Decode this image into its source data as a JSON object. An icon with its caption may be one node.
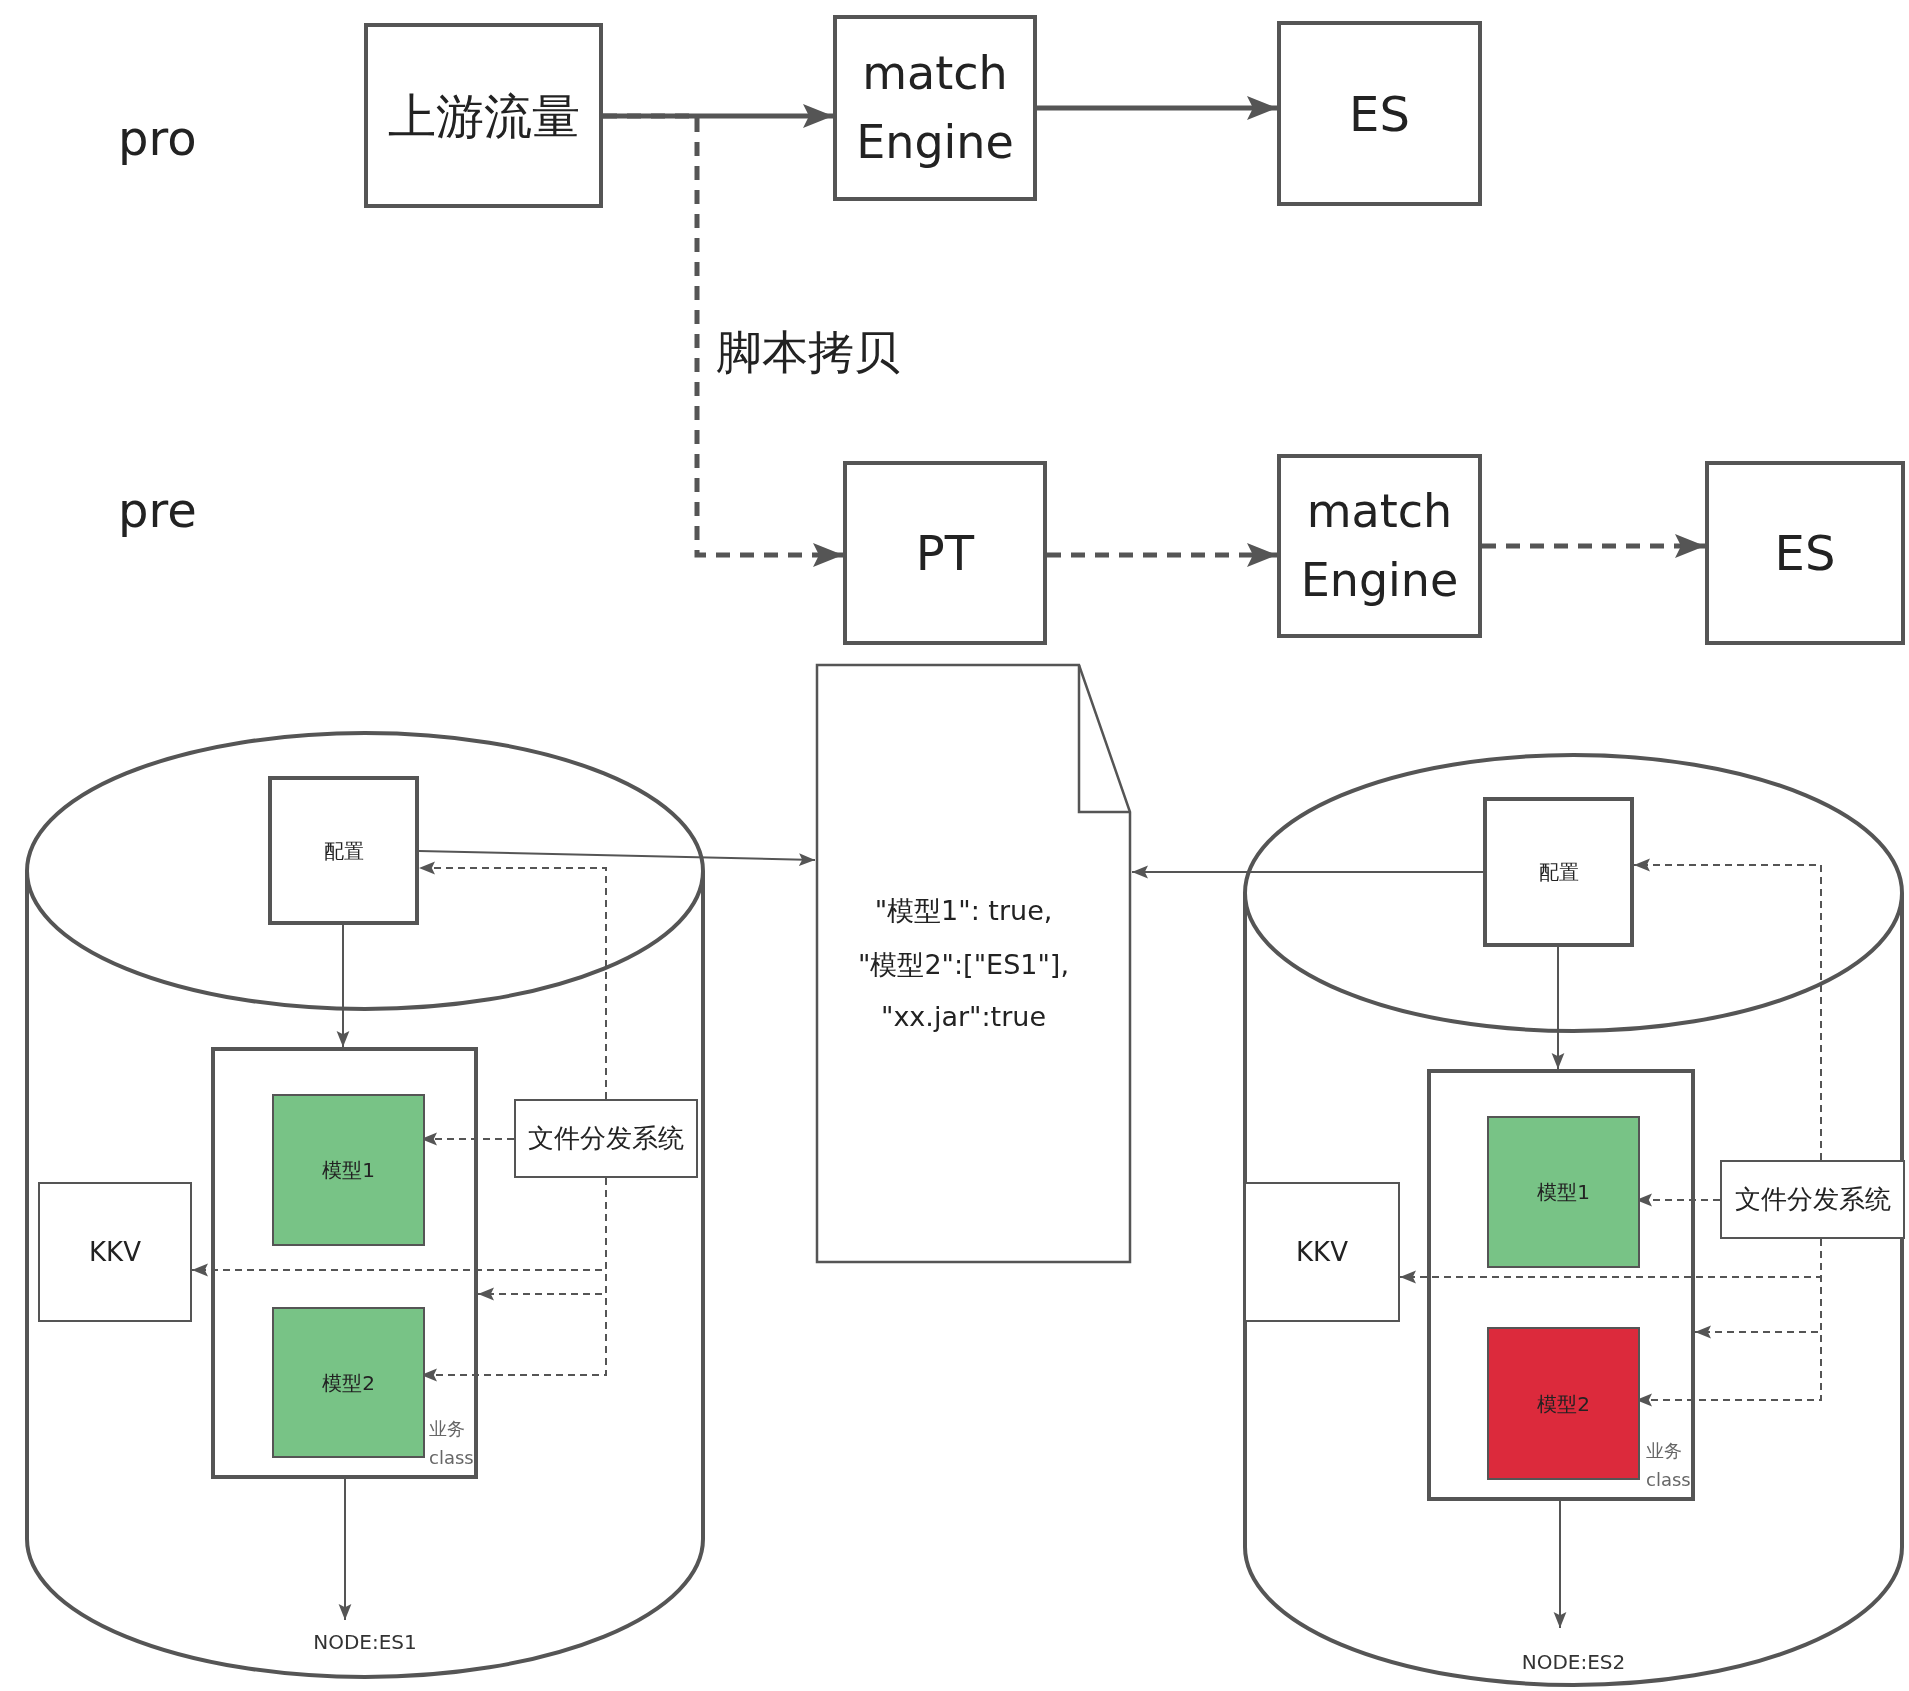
{
  "diagram": {
    "nodes": [
      {
        "text": [
          "上游流量"
        ]
      },
      {
        "text": [
          "match Engine"
        ]
      },
      {
        "text": [
          "ES"
        ]
      },
      {
        "text": [
          "PT"
        ]
      },
      {
        "text": [
          "match Engine"
        ]
      },
      {
        "text": [
          "ES"
        ]
      },
      {
        "text": [
          "\"模型1\": true,",
          "\"模型2\":[\"ES1\"],",
          "\"xx.jar\":true"
        ]
      },
      {
        "text": [
          "NODE:ES1"
        ]
      },
      {
        "text": [
          "配置"
        ],
        "in": 7
      },
      {
        "text": [
          "业务 class"
        ],
        "in": 7
      },
      {
        "text": [
          "模型1"
        ],
        "in": 9
      },
      {
        "text": [
          "模型2"
        ],
        "in": 9
      },
      {
        "text": [
          "文件分发系统"
        ],
        "in": 7
      },
      {
        "text": [
          "KKV"
        ],
        "in": 7
      },
      {
        "text": [
          "NODE:ES2"
        ]
      },
      {
        "text": [
          "配置"
        ],
        "in": 14
      },
      {
        "text": [
          "业务 class"
        ],
        "in": 14
      },
      {
        "text": [
          "模型1"
        ],
        "in": 16
      },
      {
        "text": [
          "模型2"
        ],
        "in": 16
      },
      {
        "text": [
          "文件分发系统"
        ],
        "in": 14
      },
      {
        "text": [
          "KKV"
        ],
        "in": 14
      }
    ],
    "edges": [
      {
        "from": 0,
        "to": 1,
        "arrow": "to",
        "style": "thick"
      },
      {
        "from": 1,
        "to": 2,
        "arrow": "to",
        "style": "thick"
      },
      {
        "from": 0,
        "to": 3,
        "arrow": "to",
        "style": "dashed",
        "label": "脚本拷贝"
      },
      {
        "from": 3,
        "to": 4,
        "arrow": "to",
        "style": "dashed"
      },
      {
        "from": 4,
        "to": 5,
        "arrow": "to",
        "style": "dashed"
      },
      {
        "from": 8,
        "to": 6,
        "arrow": "to"
      },
      {
        "from": 15,
        "to": 6,
        "arrow": "to"
      },
      {
        "from": 8,
        "to": 9,
        "arrow": "to"
      },
      {
        "from": 9,
        "to": 7,
        "arrow": "to"
      },
      {
        "from": 12,
        "to": 10,
        "arrow": "to",
        "style": "dashed"
      },
      {
        "from": 12,
        "to": 8,
        "arrow": "to",
        "style": "dashed"
      },
      {
        "from": 12,
        "to": 13,
        "arrow": "to",
        "style": "dashed"
      },
      {
        "from": 12,
        "to": 9,
        "arrow": "to",
        "style": "dashed"
      },
      {
        "from": 12,
        "to": 11,
        "arrow": "to",
        "style": "dashed"
      },
      {
        "from": 15,
        "to": 16,
        "arrow": "to"
      },
      {
        "from": 16,
        "to": 14,
        "arrow": "to"
      },
      {
        "from": 19,
        "to": 17,
        "arrow": "to",
        "style": "dashed"
      },
      {
        "from": 19,
        "to": 15,
        "arrow": "to",
        "style": "dashed"
      },
      {
        "from": 19,
        "to": 20,
        "arrow": "to",
        "style": "dashed"
      },
      {
        "from": 19,
        "to": 16,
        "arrow": "to",
        "style": "dashed"
      },
      {
        "from": 19,
        "to": 18,
        "arrow": "to",
        "style": "dashed"
      }
    ],
    "labels": [
      "pro",
      "pre"
    ]
  }
}
